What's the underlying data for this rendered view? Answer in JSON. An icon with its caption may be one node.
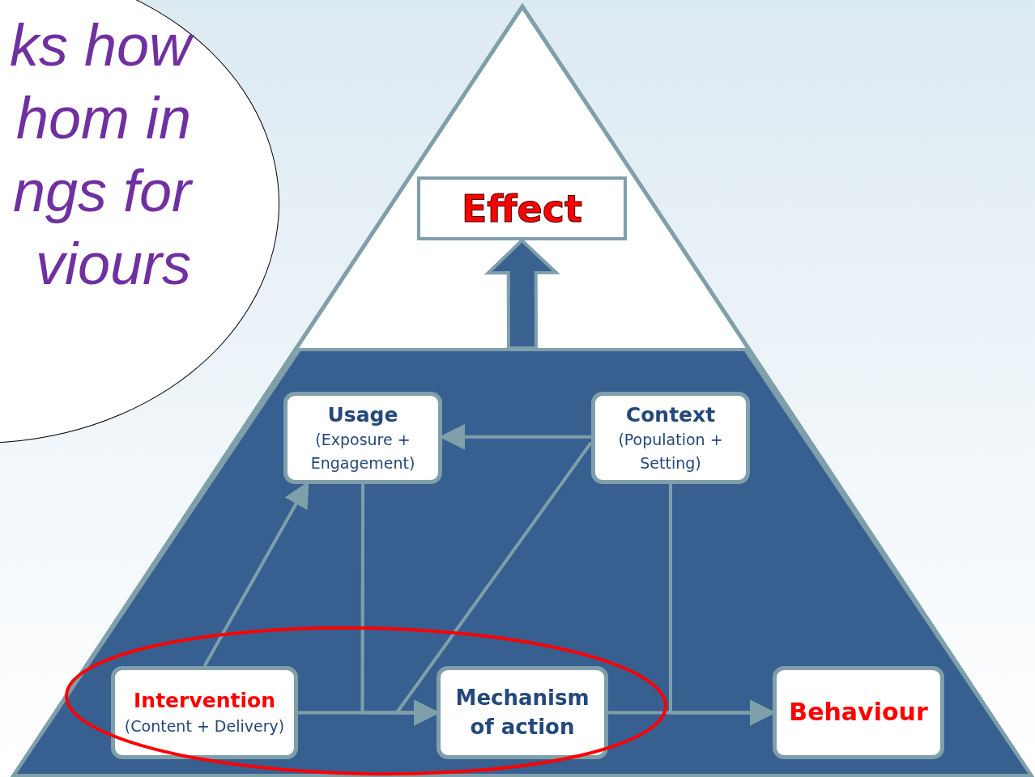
{
  "diagram": {
    "nodes": [
      {
        "text": [
          "ks how hom in ngs for viours"
        ]
      },
      {
        "text": [
          "Effect"
        ]
      },
      {
        "text": [],
        "shape": "band"
      },
      {
        "text": [
          "Usage",
          "(Exposure + Engagement)"
        ],
        "in": 2
      },
      {
        "text": [
          "Context",
          "(Population + Setting)"
        ],
        "in": 2
      },
      {
        "text": [
          "Intervention",
          "(Content + Delivery)"
        ],
        "in": 2
      },
      {
        "text": [
          "Mechanism of action"
        ],
        "in": 2
      },
      {
        "text": [
          "Behaviour"
        ],
        "in": 2
      }
    ],
    "edges": [
      {
        "from": 5,
        "to": 3,
        "arrow": "to"
      },
      {
        "from": 4,
        "to": 3,
        "arrow": "to"
      },
      {
        "from": 3,
        "to": 6,
        "arrow": "to"
      },
      {
        "from": 4,
        "to": 6,
        "arrow": "to"
      },
      {
        "from": 5,
        "to": 6,
        "arrow": "to"
      },
      {
        "from": 6,
        "to": 7,
        "arrow": "to"
      },
      {
        "from": 4,
        "to": 7,
        "arrow": "to"
      },
      {
        "from": 2,
        "to": 1,
        "arrow": "to",
        "style": "thick",
        "color": "#3a6291"
      }
    ]
  }
}
